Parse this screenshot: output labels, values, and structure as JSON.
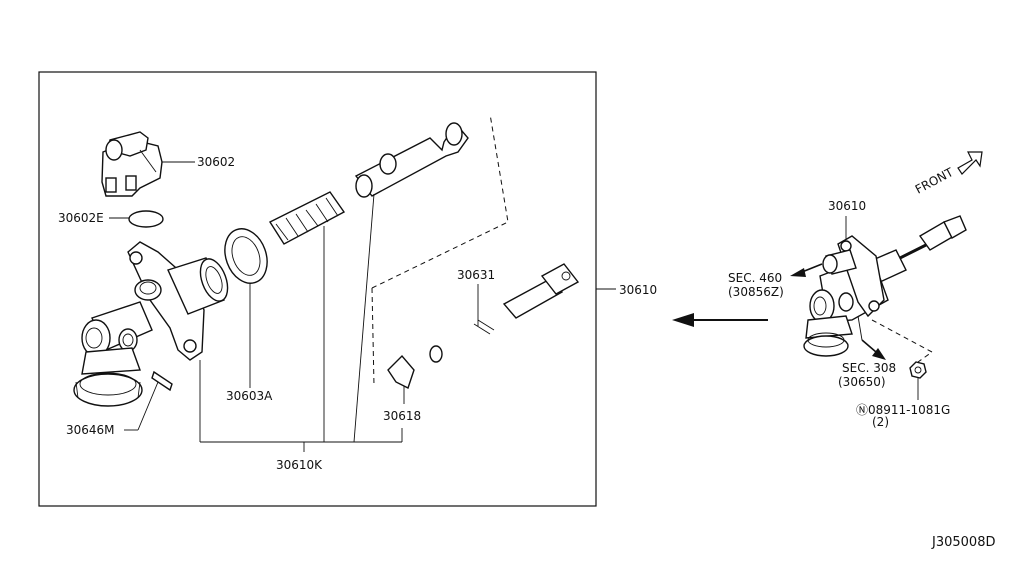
{
  "diagram": {
    "code": "J305008D",
    "front_label": "FRONT",
    "labels": {
      "p30602": "30602",
      "p30602E": "30602E",
      "p30603A": "30603A",
      "p30646M": "30646M",
      "p30631": "30631",
      "p30618": "30618",
      "p30610K": "30610K",
      "p30610_main": "30610",
      "p30610_assy": "30610",
      "sec460": "SEC. 460",
      "sec460_ref": "(30856Z)",
      "sec308": "SEC. 308",
      "sec308_ref": "(30650)",
      "nut": "Ⓝ08911-1081G",
      "nut_qty": "(2)"
    }
  }
}
